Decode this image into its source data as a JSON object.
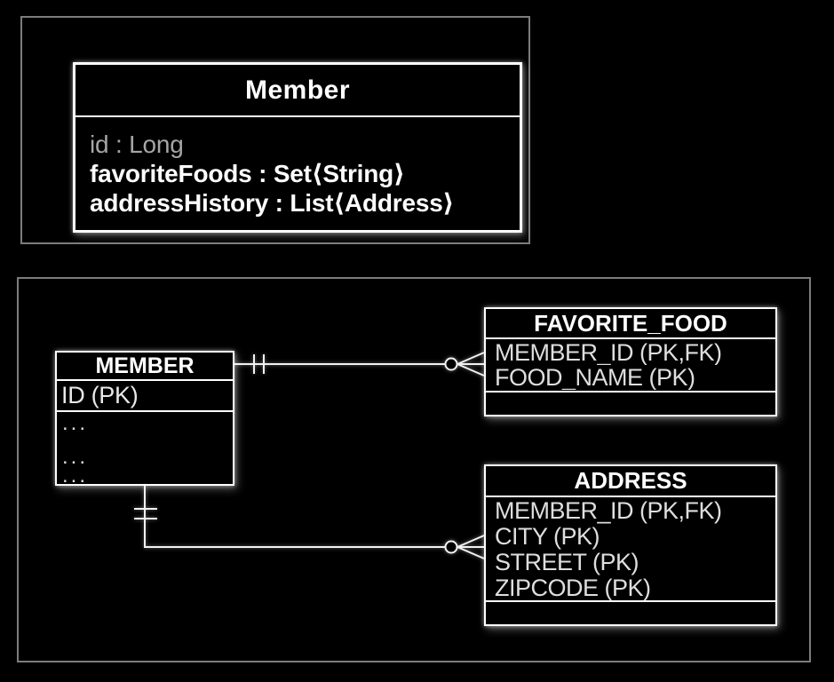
{
  "colors": {
    "background": "#000000",
    "frame_border": "#7c7c7c",
    "box_border": "#ffffff",
    "text_primary": "#ffffff",
    "text_row": "#dedede",
    "text_muted": "#a6a6a6"
  },
  "uml": {
    "title": "Member",
    "attributes": [
      {
        "text": "id : Long",
        "muted": true
      },
      {
        "text": "favoriteFoods : Set⟨String⟩",
        "muted": false
      },
      {
        "text": "addressHistory : List⟨Address⟩",
        "muted": false
      }
    ]
  },
  "erd": {
    "member": {
      "title": "MEMBER",
      "key_row": "ID (PK)",
      "ellipsis_rows": [
        "...",
        "...",
        "..."
      ]
    },
    "favorite_food": {
      "title": "FAVORITE_FOOD",
      "rows": [
        "MEMBER_ID (PK,FK)",
        "FOOD_NAME (PK)"
      ]
    },
    "address": {
      "title": "ADDRESS",
      "rows": [
        "MEMBER_ID (PK,FK)",
        "CITY (PK)",
        "STREET (PK)",
        "ZIPCODE (PK)"
      ]
    },
    "relationships": [
      {
        "from": "MEMBER",
        "to": "FAVORITE_FOOD",
        "from_cardinality": "one-and-only-one",
        "to_cardinality": "zero-or-many"
      },
      {
        "from": "MEMBER",
        "to": "ADDRESS",
        "from_cardinality": "one-and-only-one",
        "to_cardinality": "zero-or-many"
      }
    ]
  }
}
